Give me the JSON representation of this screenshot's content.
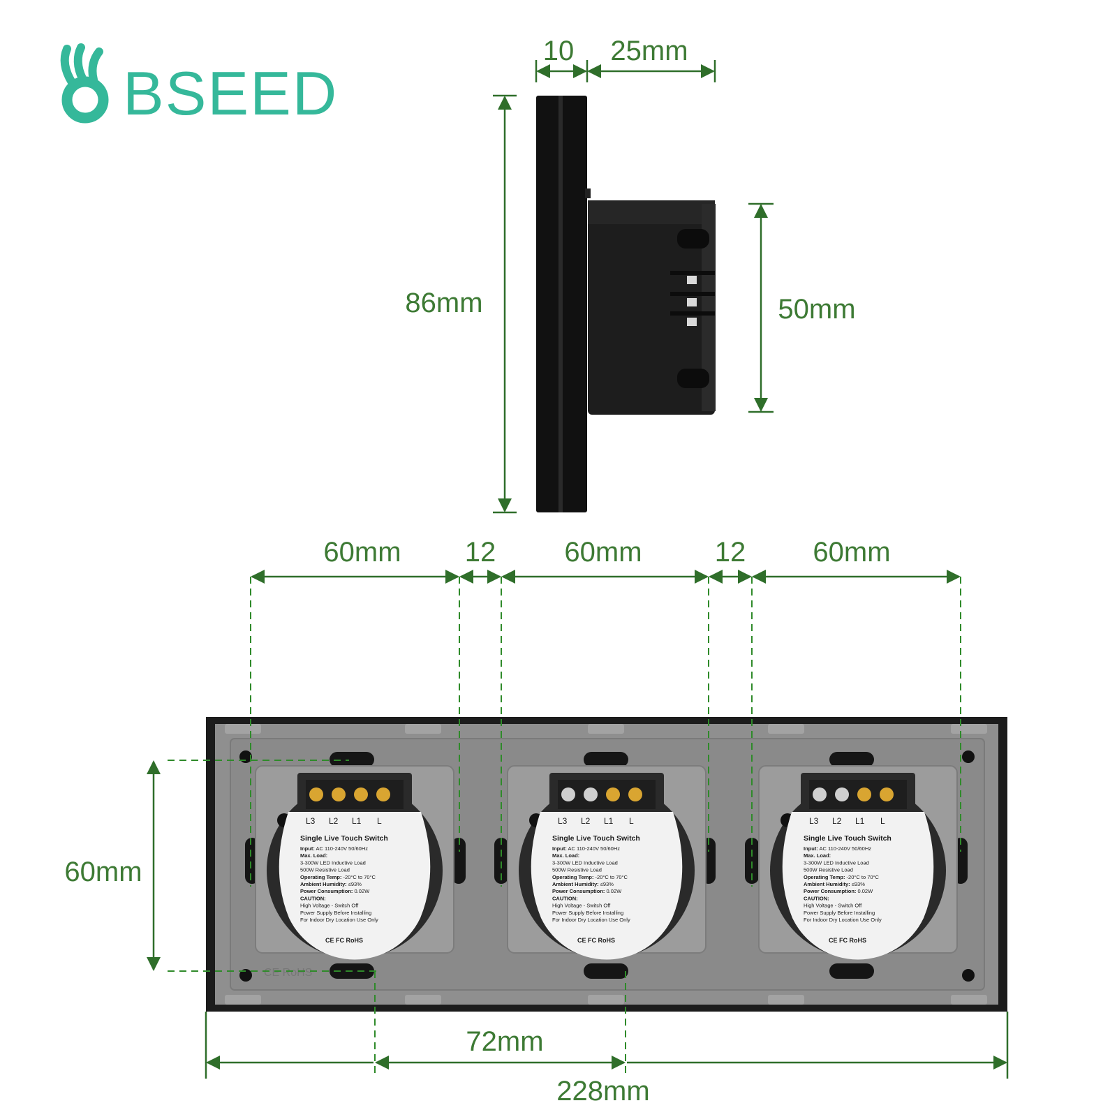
{
  "brand": {
    "name": "BSEED",
    "logo_icon": "bseed-leaf-logo-icon",
    "color": "#35b89a"
  },
  "colors": {
    "dimension": "#2f6e2a",
    "frame": "#1c1c1c",
    "backplate": "#8f8f8f",
    "module_body": "#2a2a2a",
    "module_label": "#f2f2f2"
  },
  "side_view": {
    "dim_plate_thickness": "10",
    "dim_module_depth": "25mm",
    "dim_height": "86mm",
    "dim_module_height": "50mm"
  },
  "back_view": {
    "dim_module_width_1": "60mm",
    "dim_gap_1": "12",
    "dim_module_width_2": "60mm",
    "dim_gap_2": "12",
    "dim_module_width_3": "60mm",
    "dim_module_height": "60mm",
    "dim_hole_spacing": "72mm",
    "dim_total_width": "228mm",
    "backplate_marks": "CE RoHS"
  },
  "module_label": {
    "terminals": [
      "L3",
      "L2",
      "L1",
      "L"
    ],
    "title": "Single Live Touch Switch",
    "lines": [
      {
        "bold": "Input:",
        "text": " AC 110-240V 50/60Hz"
      },
      {
        "bold": "Max. Load:",
        "text": ""
      },
      {
        "bold": "",
        "text": "3-300W LED Inductive Load"
      },
      {
        "bold": "",
        "text": "500W Resistive Load"
      },
      {
        "bold": "Operating Temp:",
        "text": " -20°C to 70°C"
      },
      {
        "bold": "Ambient Humidity:",
        "text": " ≤93%"
      },
      {
        "bold": "Power Consumption:",
        "text": " 0.02W"
      },
      {
        "bold": "CAUTION:",
        "text": ""
      },
      {
        "bold": "",
        "text": "High Voltage - Switch Off"
      },
      {
        "bold": "",
        "text": "Power Supply Before Installing"
      },
      {
        "bold": "",
        "text": "For Indoor Dry Location Use Only"
      }
    ],
    "marks": "CE FC RoHS"
  }
}
